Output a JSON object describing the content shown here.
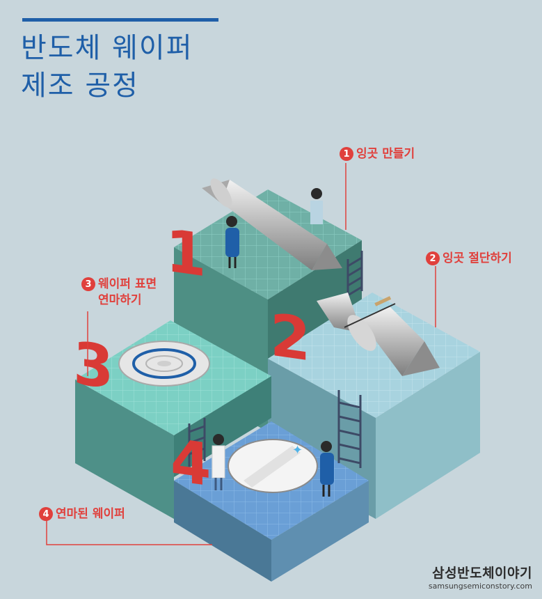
{
  "title": {
    "line1": "반도체 웨이퍼",
    "line2": "제조 공정"
  },
  "steps": [
    {
      "num": "1",
      "label": "잉곳 만들기"
    },
    {
      "num": "2",
      "label": "잉곳 절단하기"
    },
    {
      "num": "3",
      "label_line1": "웨이퍼 표면",
      "label_line2": "연마하기"
    },
    {
      "num": "4",
      "label": "연마된 웨이퍼"
    }
  ],
  "brand": {
    "name": "삼성반도체이야기",
    "url": "samsungsemiconstory.com"
  },
  "colors": {
    "title": "#1f5fa8",
    "accent": "#e0403c",
    "background": "#c8d6dc"
  }
}
